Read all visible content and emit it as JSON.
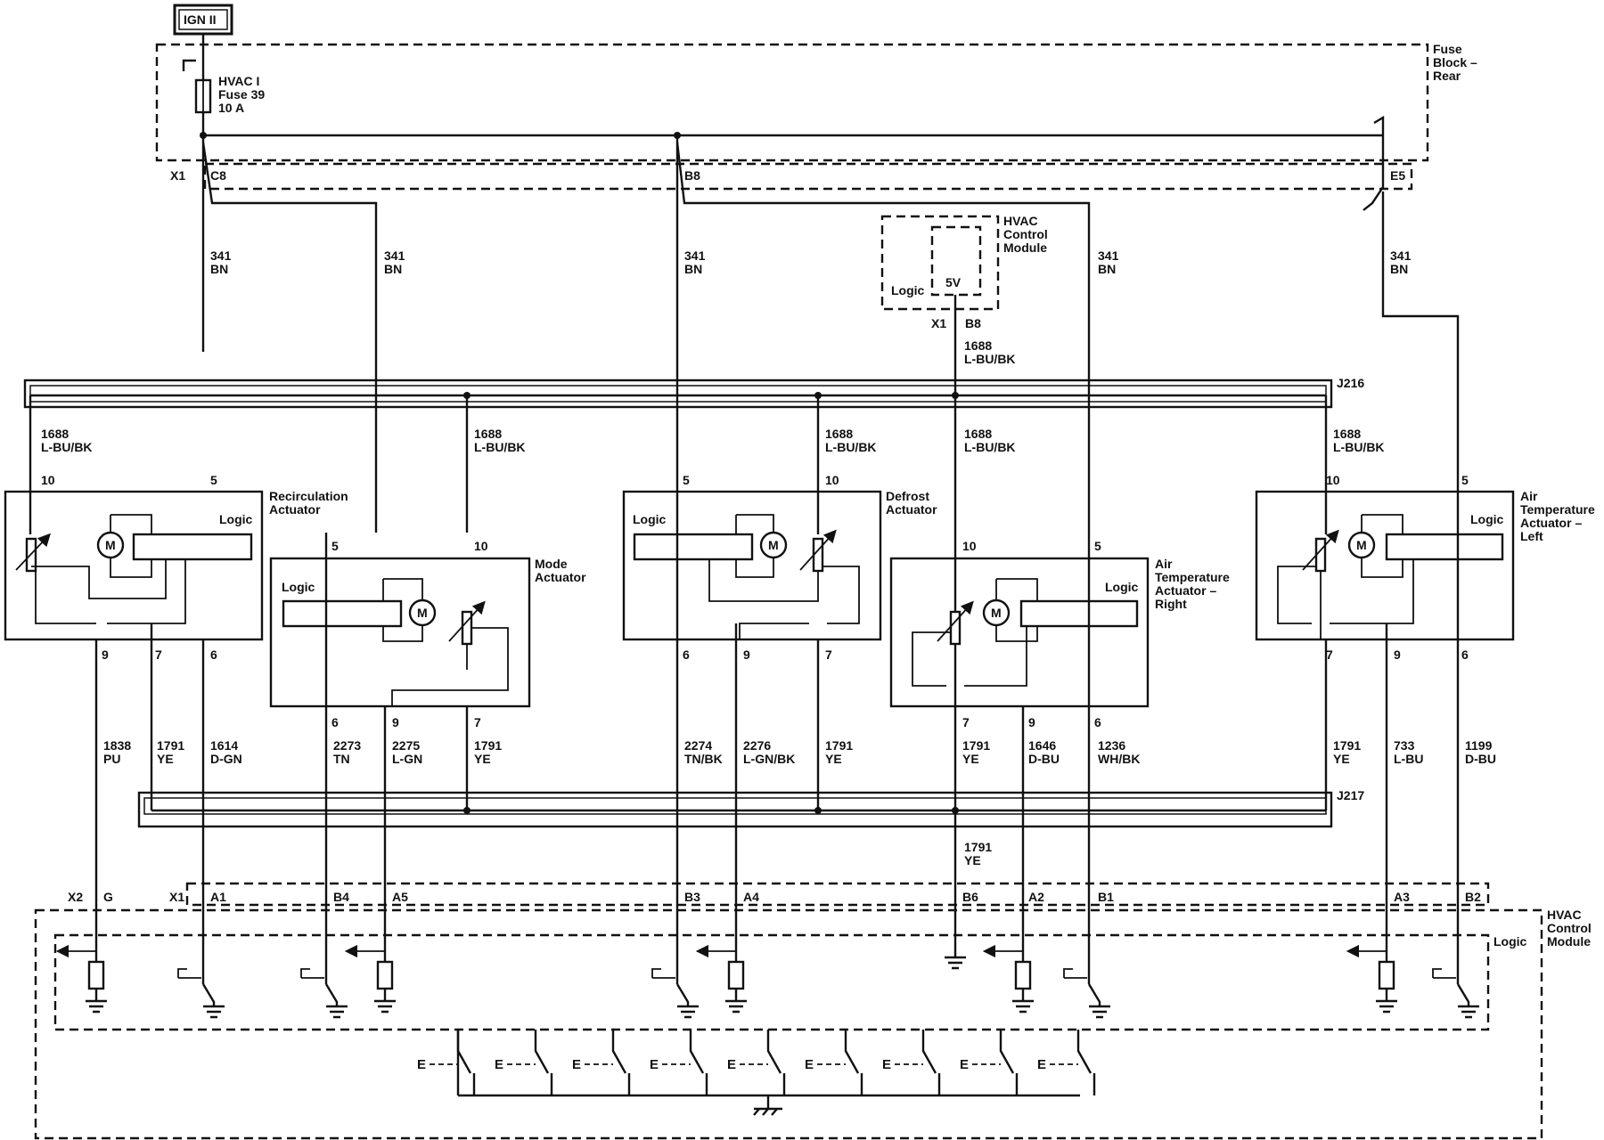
{
  "ign": "IGN II",
  "fuse": {
    "line1": "HVAC I",
    "line2": "Fuse 39",
    "line3": "10 A"
  },
  "fuse_block": {
    "line1": "Fuse",
    "line2": "Block –",
    "line3": "Rear"
  },
  "hvac_small": {
    "line1": "HVAC",
    "line2": "Control",
    "line3": "Module",
    "logic": "Logic",
    "v": "5V",
    "conn": "X1",
    "pin": "B8"
  },
  "hvac_main": {
    "line1": "HVAC",
    "line2": "Control",
    "line3": "Module",
    "logic": "Logic"
  },
  "splices": {
    "j216": "J216",
    "j217": "J217"
  },
  "top_conn": {
    "x1": "X1",
    "c8": "C8",
    "b8": "B8",
    "e5": "E5"
  },
  "wire": {
    "w341": "341",
    "bn": "BN",
    "w1688": "1688",
    "lbubk": "L-BU/BK",
    "w1791": "1791",
    "ye": "YE",
    "w1838": "1838",
    "pu": "PU",
    "w1614": "1614",
    "dgn": "D-GN",
    "w2273": "2273",
    "tn": "TN",
    "w2275": "2275",
    "lgn": "L-GN",
    "w2274": "2274",
    "tnbk": "TN/BK",
    "w2276": "2276",
    "lgnbk": "L-GN/BK",
    "w1646": "1646",
    "dbu": "D-BU",
    "w1236": "1236",
    "whbk": "WH/BK",
    "w733": "733",
    "lbu": "L-BU",
    "w1199": "1199"
  },
  "actuators": {
    "recirc": {
      "line1": "Recirculation",
      "line2": "Actuator"
    },
    "mode": {
      "line1": "Mode",
      "line2": "Actuator"
    },
    "defrost": {
      "line1": "Defrost",
      "line2": "Actuator"
    },
    "atr": {
      "line1": "Air",
      "line2": "Temperature",
      "line3": "Actuator –",
      "line4": "Right"
    },
    "atl": {
      "line1": "Air",
      "line2": "Temperature",
      "line3": "Actuator –",
      "line4": "Left"
    },
    "logic": "Logic",
    "motor": "M"
  },
  "pins": {
    "p5": "5",
    "p6": "6",
    "p7": "7",
    "p9": "9",
    "p10": "10"
  },
  "bottom_conn": {
    "x2": "X2",
    "g": "G",
    "x1": "X1",
    "a1": "A1",
    "b4": "B4",
    "a5": "A5",
    "b3": "B3",
    "a4": "A4",
    "b6": "B6",
    "a2": "A2",
    "b1": "B1",
    "a3": "A3",
    "b2": "B2"
  },
  "switch_label": "E"
}
